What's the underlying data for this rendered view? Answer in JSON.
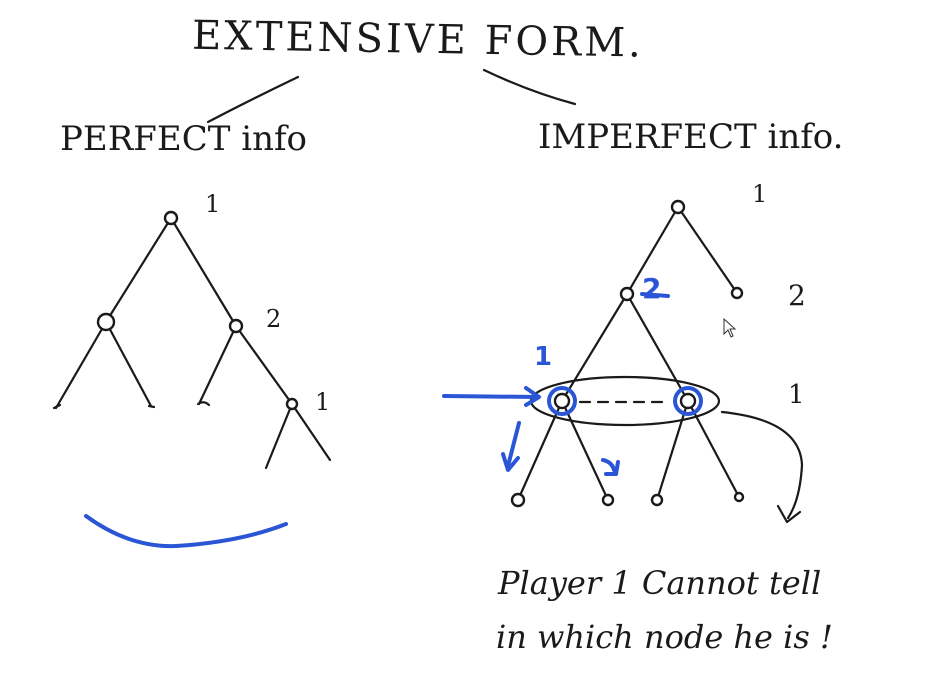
{
  "title": "EXTENSIVE FORM.",
  "left_branch": {
    "label": "PERFECT info",
    "player_labels": [
      "1",
      "2",
      "1"
    ]
  },
  "right_branch": {
    "label": "IMPERFECT info.",
    "player_labels": [
      "1",
      "2",
      "2",
      "1"
    ],
    "blue_annotations": [
      "1"
    ]
  },
  "note": {
    "line1": "Player 1 Cannot tell",
    "line2": "in which node he is !"
  },
  "colors": {
    "ink": "#1a1a1a",
    "highlight_blue": "#2a56d6"
  },
  "icons": [
    "mouse-cursor-icon"
  ]
}
